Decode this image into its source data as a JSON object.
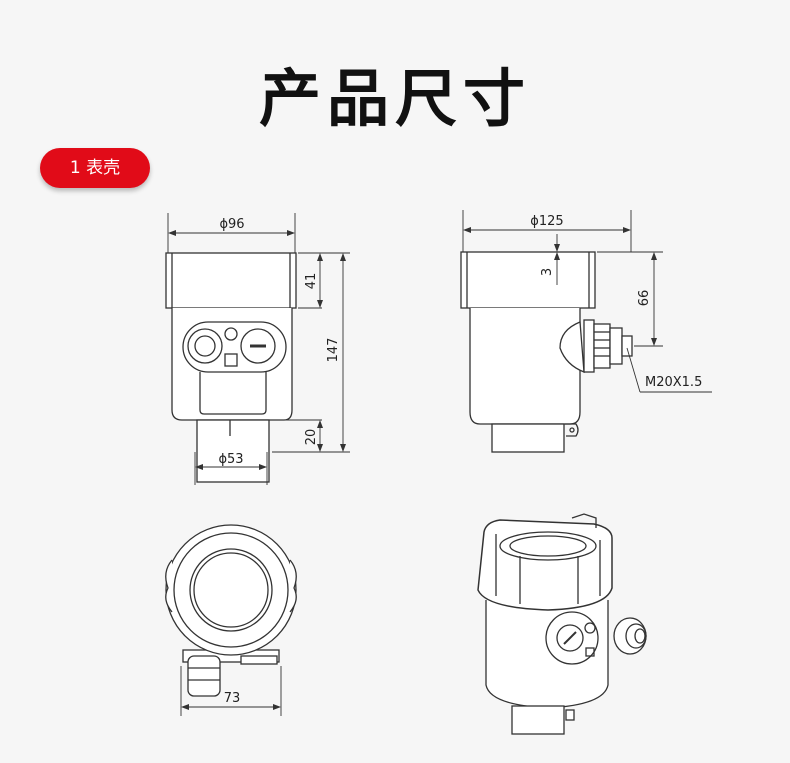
{
  "page_title": "产品尺寸",
  "section_badge": "1 表壳",
  "dimensions": {
    "front_top_width": "ϕ96",
    "front_cap_height": "41",
    "front_total_height": "147",
    "front_neck_height": "20",
    "front_neck_width": "ϕ53",
    "side_top_width": "ϕ125",
    "side_gap": "3",
    "side_port_height": "66",
    "side_thread": "M20X1.5",
    "top_width": "73"
  }
}
